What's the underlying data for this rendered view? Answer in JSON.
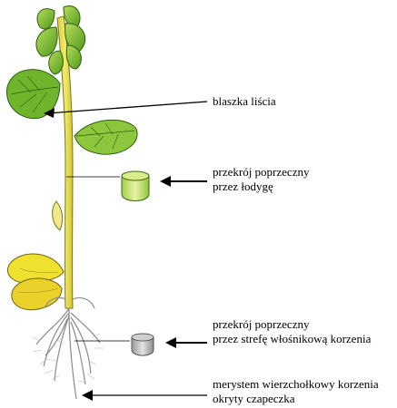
{
  "labels": {
    "leaf_blade": "blaszka liścia",
    "stem_section_line1": "przekrój poprzeczny",
    "stem_section_line2": "przez łodygę",
    "root_section_line1": "przekrój poprzeczny",
    "root_section_line2": "przez strefę włośnikową korzenia",
    "meristem_line1": "merystem wierzchołkowy korzenia",
    "meristem_line2": "okryty czapeczka"
  },
  "colors": {
    "leaf_light": "#a9d44e",
    "leaf_dark": "#4f9a1c",
    "stem": "#e9e04a",
    "cotyledon": "#f0e030",
    "root": "#bdbdbd",
    "arrow": "#000000"
  },
  "icons": {
    "stem_section": "green-cylinder-icon",
    "root_section": "grey-cylinder-icon"
  }
}
